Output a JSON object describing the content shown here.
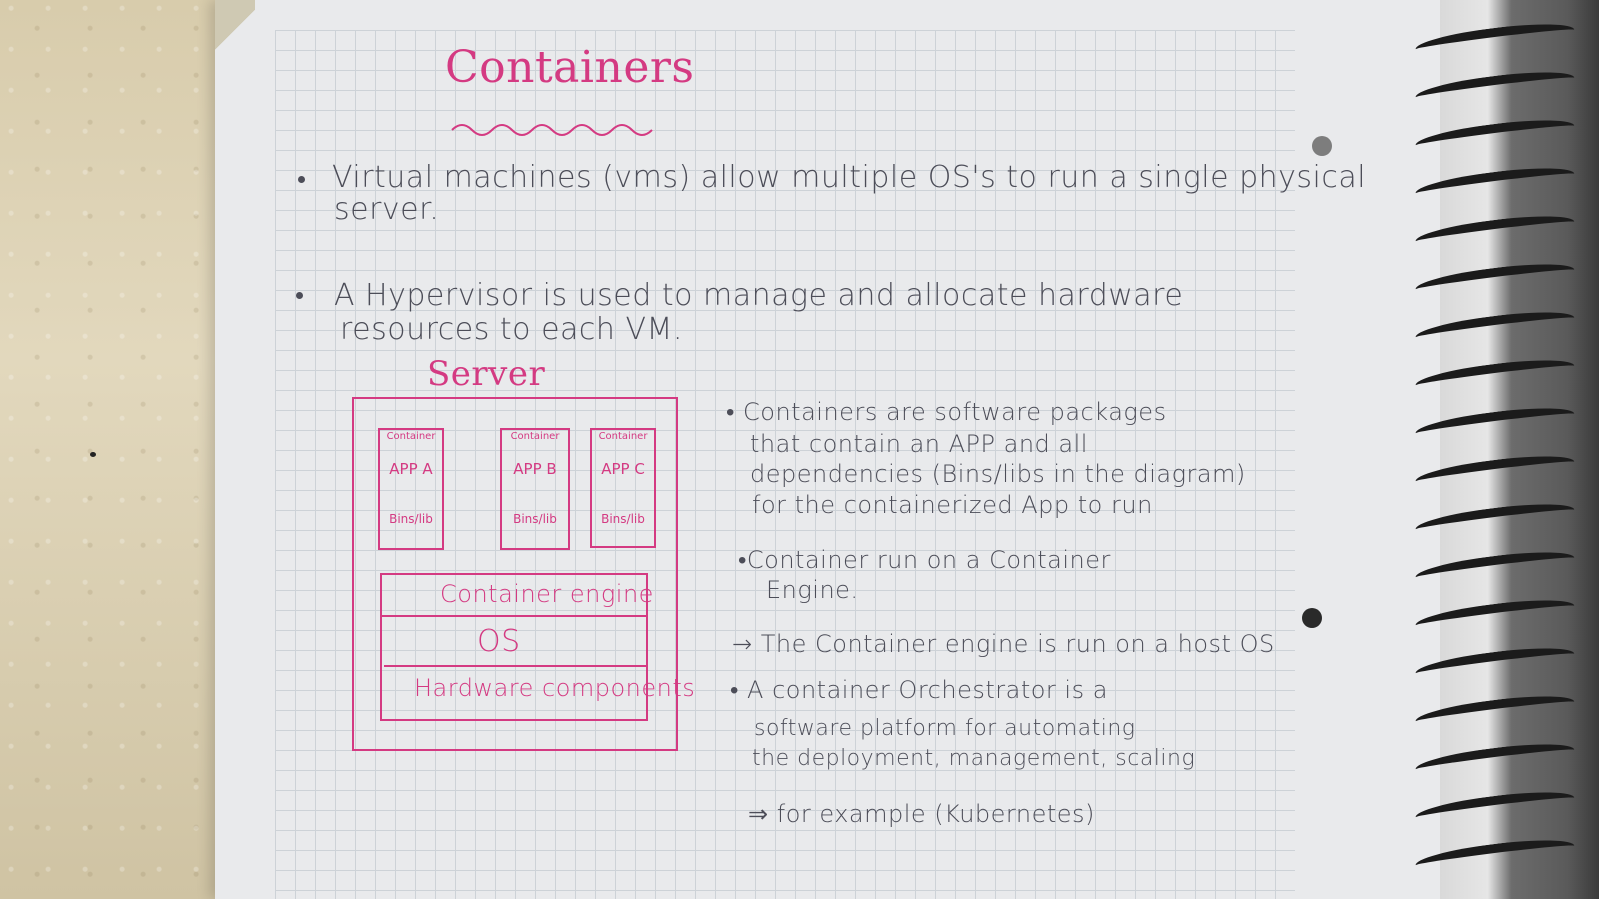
{
  "title": "Containers",
  "bullets": [
    {
      "line1": "Virtual machines (vms) allow multiple OS's to run a single physical",
      "line2": "server."
    },
    {
      "line1": "A Hypervisor is used to manage and allocate hardware",
      "line2": "resources to each VM."
    }
  ],
  "diagram": {
    "title": "Server",
    "containers": [
      {
        "header": "Container",
        "app": "APP A",
        "libs": "Bins/lib"
      },
      {
        "header": "Container",
        "app": "APP B",
        "libs": "Bins/lib"
      },
      {
        "header": "Container",
        "app": "APP C",
        "libs": "Bins/lib"
      }
    ],
    "layers": [
      "Container engine",
      "OS",
      "Hardware components"
    ]
  },
  "notes": [
    {
      "lines": [
        "• Containers are software packages",
        "that contain an APP and all",
        "dependencies (Bins/libs in the diagram)",
        "for the containerized App to run"
      ]
    },
    {
      "lines": [
        "•Container run on a Container",
        "Engine."
      ]
    },
    {
      "lines": [
        "→ The Container engine is run on a host OS"
      ]
    },
    {
      "lines": [
        "• A container Orchestrator is a",
        "software platform for automating",
        "the deployment, management, scaling"
      ]
    },
    {
      "lines": [
        "⇒ for example (Kubernetes)"
      ]
    }
  ]
}
